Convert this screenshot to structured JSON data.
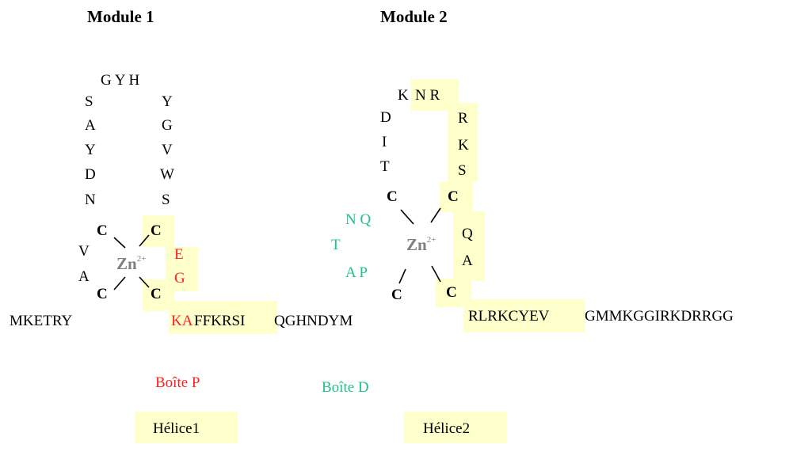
{
  "titles": {
    "module1": "Module 1",
    "module2": "Module 2"
  },
  "zinc": {
    "symbol": "Zn",
    "charge": "2+"
  },
  "colors": {
    "pbox": "#ff2020",
    "dbox": "#20c090",
    "highlight": "#ffffcc",
    "zinc": "#808080"
  },
  "module1": {
    "loop_top": "G Y H",
    "left": [
      "S",
      "A",
      "Y",
      "D",
      "N"
    ],
    "right": [
      "Y",
      "G",
      "V",
      "W",
      "S"
    ],
    "cys": [
      "C",
      "C",
      "C",
      "C"
    ],
    "va": [
      "V",
      "A"
    ],
    "eg": [
      "E",
      "G"
    ]
  },
  "module2": {
    "loop_top": "K",
    "loop_top_hl": "N R",
    "left": [
      "D",
      "I",
      "T"
    ],
    "right": [
      "R",
      "K",
      "S"
    ],
    "cys": [
      "C",
      "C",
      "C",
      "C"
    ],
    "nq": "N Q",
    "t": "T",
    "ap": "A P",
    "qa": [
      "Q",
      "A"
    ]
  },
  "sequence": {
    "n_term": "MKETRY",
    "ka": "KA",
    "helix1": "FFKRSI",
    "linker": "QGHNDYM",
    "helix2": "RLRKCYEV",
    "c_term": "GMMKGGIRKDRRGG"
  },
  "labels": {
    "pbox": "Boîte P",
    "dbox": "Boîte D",
    "helix1": "Hélice1",
    "helix2": "Hélice2"
  }
}
